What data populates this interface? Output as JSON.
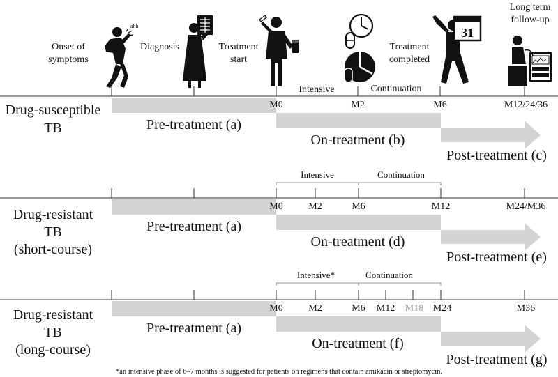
{
  "events": {
    "onset": "Onset of symptoms",
    "diagnosis": "Diagnosis",
    "treatment_start": "Treatment start",
    "intensive": "Intensive",
    "continuation": "Continuation",
    "treatment_completed": "Treatment completed",
    "long_term": "Long term follow-up",
    "calendar_day": "31"
  },
  "rows": [
    {
      "title_lines": [
        "Drug-susceptible",
        "TB"
      ],
      "ticks": [
        "M0",
        "M2",
        "M6",
        "M12/24/36"
      ],
      "pre": "Pre-treatment (a)",
      "on": "On-treatment (b)",
      "post": "Post-treatment (c)"
    },
    {
      "title_lines": [
        "Drug-resistant",
        "TB",
        "(short-course)"
      ],
      "phase_labels": [
        "Intensive",
        "Continuation"
      ],
      "ticks": [
        "M0",
        "M2",
        "M6",
        "M12",
        "M24/M36"
      ],
      "pre": "Pre-treatment (a)",
      "on": "On-treatment (d)",
      "post": "Post-treatment (e)"
    },
    {
      "title_lines": [
        "Drug-resistant",
        "TB",
        "(long-course)"
      ],
      "phase_labels": [
        "Intensive*",
        "Continuation"
      ],
      "ticks": [
        "M0",
        "M2",
        "M6",
        "M12",
        "M18",
        "M24",
        "M36"
      ],
      "pre": "Pre-treatment (a)",
      "on": "On-treatment (f)",
      "post": "Post-treatment (g)"
    }
  ],
  "footnote": "*an intensive phase of 6–7 months is suggested for patients on regimens that contain amikacin or streptomycin."
}
